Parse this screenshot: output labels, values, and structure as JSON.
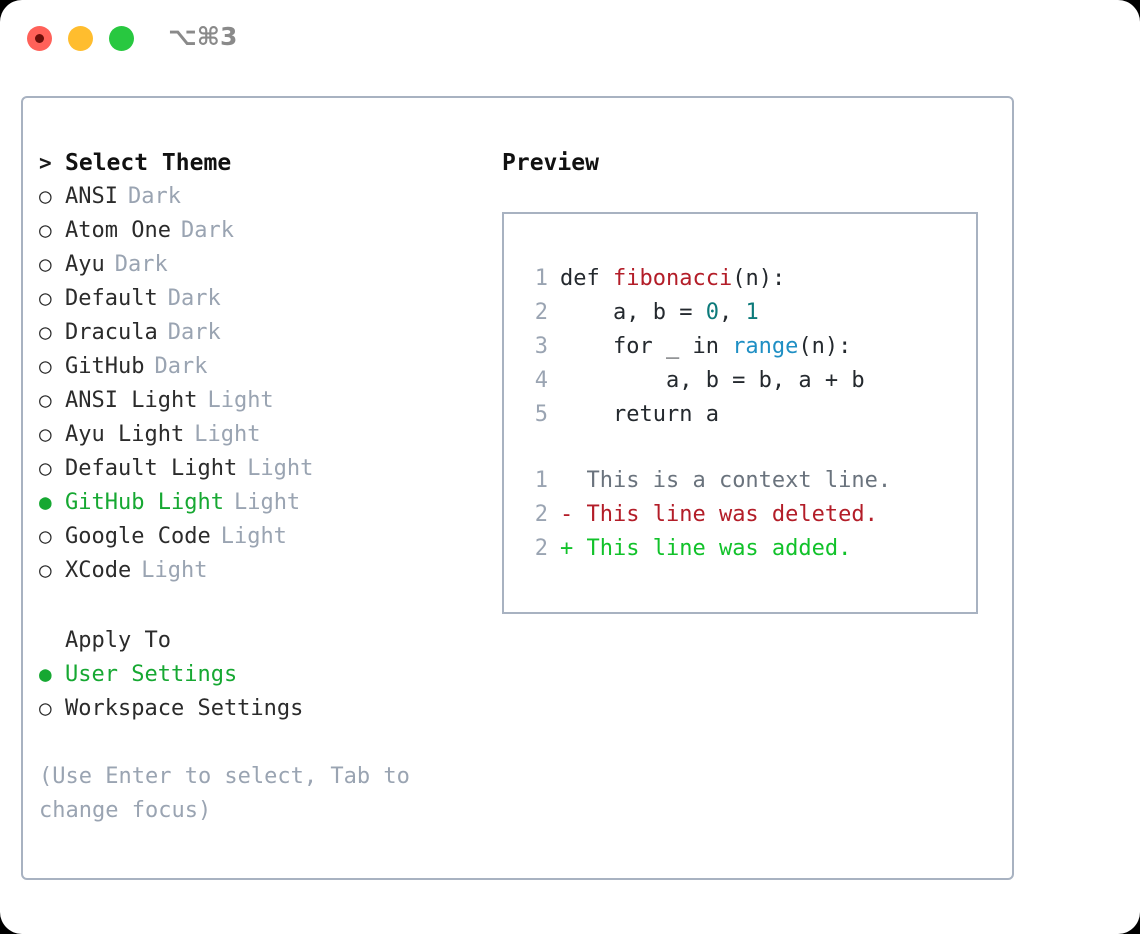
{
  "titlebar": {
    "shortcut": "⌥⌘3",
    "buttons": [
      {
        "name": "close",
        "color": "#ff6159"
      },
      {
        "name": "minimize",
        "color": "#ffbd2e"
      },
      {
        "name": "maximize",
        "color": "#28c840"
      }
    ]
  },
  "theme_picker": {
    "header": "Select Theme",
    "caret": ">",
    "bullet_on": "●",
    "bullet_off": "○",
    "items": [
      {
        "name": "ANSI",
        "variant": "Dark",
        "selected": false
      },
      {
        "name": "Atom One",
        "variant": "Dark",
        "selected": false
      },
      {
        "name": "Ayu",
        "variant": "Dark",
        "selected": false
      },
      {
        "name": "Default",
        "variant": "Dark",
        "selected": false
      },
      {
        "name": "Dracula",
        "variant": "Dark",
        "selected": false
      },
      {
        "name": "GitHub",
        "variant": "Dark",
        "selected": false
      },
      {
        "name": "ANSI Light",
        "variant": "Light",
        "selected": false
      },
      {
        "name": "Ayu Light",
        "variant": "Light",
        "selected": false
      },
      {
        "name": "Default Light",
        "variant": "Light",
        "selected": false
      },
      {
        "name": "GitHub Light",
        "variant": "Light",
        "selected": true
      },
      {
        "name": "Google Code",
        "variant": "Light",
        "selected": false
      },
      {
        "name": "XCode",
        "variant": "Light",
        "selected": false
      }
    ]
  },
  "apply_to": {
    "header": "Apply To",
    "options": [
      {
        "label": "User Settings",
        "selected": true
      },
      {
        "label": "Workspace Settings",
        "selected": false
      }
    ]
  },
  "hint": "(Use Enter to select, Tab to change focus)",
  "preview": {
    "title": "Preview",
    "code_lines": [
      {
        "num": "1",
        "tokens": [
          {
            "t": "def ",
            "k": "plain"
          },
          {
            "t": "fibonacci",
            "k": "fn"
          },
          {
            "t": "(n):",
            "k": "plain"
          }
        ]
      },
      {
        "num": "2",
        "tokens": [
          {
            "t": "    a, b = ",
            "k": "plain"
          },
          {
            "t": "0",
            "k": "num"
          },
          {
            "t": ", ",
            "k": "plain"
          },
          {
            "t": "1",
            "k": "num"
          }
        ]
      },
      {
        "num": "3",
        "tokens": [
          {
            "t": "    for _ in ",
            "k": "plain"
          },
          {
            "t": "range",
            "k": "bi"
          },
          {
            "t": "(n):",
            "k": "plain"
          }
        ]
      },
      {
        "num": "4",
        "tokens": [
          {
            "t": "        a, b = b, a + b",
            "k": "plain"
          }
        ]
      },
      {
        "num": "5",
        "tokens": [
          {
            "t": "    return a",
            "k": "plain"
          }
        ]
      }
    ],
    "diff_lines": [
      {
        "num": "1",
        "marker": " ",
        "text": " This is a context line.",
        "kind": "ctx"
      },
      {
        "num": "2",
        "marker": "-",
        "text": " This line was deleted.",
        "kind": "del"
      },
      {
        "num": "2",
        "marker": "+",
        "text": " This line was added.",
        "kind": "add"
      }
    ]
  },
  "colors": {
    "accent_green": "#16a832",
    "border": "#a8b2c1",
    "muted": "#9aa4b2",
    "diff_add": "#11c22a",
    "diff_del": "#b31d28",
    "syntax_function": "#b31d28",
    "syntax_number": "#0c7a7a",
    "syntax_builtin": "#1f8fc4"
  }
}
